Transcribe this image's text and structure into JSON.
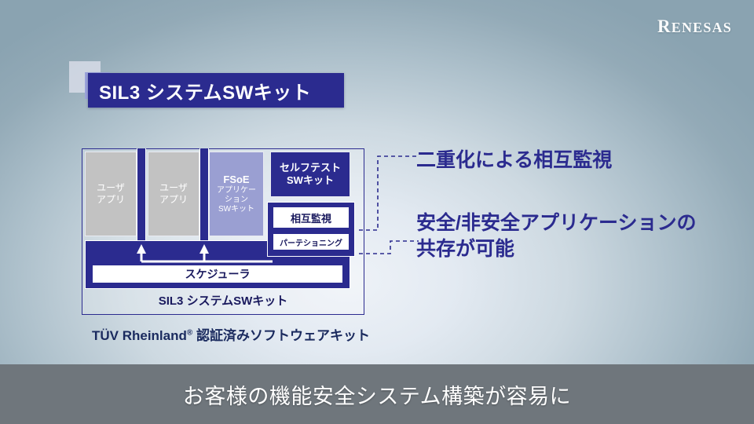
{
  "brand": {
    "logo_first_letter": "R",
    "logo_rest": "ENESAS"
  },
  "title": {
    "text": "SIL3 システムSWキット",
    "banner_color": "#2b2b8f"
  },
  "diagram": {
    "user_app_1": "ユーザ\nアプリ",
    "user_app_1_line1": "ユーザ",
    "user_app_1_line2": "アプリ",
    "user_app_2_line1": "ユーザ",
    "user_app_2_line2": "アプリ",
    "fsoe_title": "FSoE",
    "fsoe_line1": "アプリケー",
    "fsoe_line2": "ション",
    "fsoe_line3": "SWキット",
    "selftest_line1": "セルフテスト",
    "selftest_line2": "SWキット",
    "mutual_monitor": "相互監視",
    "partitioning": "パーテショニング",
    "scheduler": "スケジューラ",
    "kit_label": "SIL3 システムSWキット",
    "colors": {
      "dark_blue": "#2b2b8f",
      "gray_app": "#c2c2c2",
      "fsoe_purple": "#9a9fd2",
      "white": "#ffffff"
    }
  },
  "annotations": {
    "item_1": "二重化による相互監視",
    "item_2_line1": "安全/非安全アプリケーションの",
    "item_2_line2": "共存が可能"
  },
  "caption": {
    "tuv_prefix": "TÜV Rheinland",
    "tuv_registered": "®",
    "tuv_suffix": " 認証済みソフトウェアキット"
  },
  "subtitle": {
    "text": "お客様の機能安全システム構築が容易に",
    "bar_color": "#6f767c"
  }
}
